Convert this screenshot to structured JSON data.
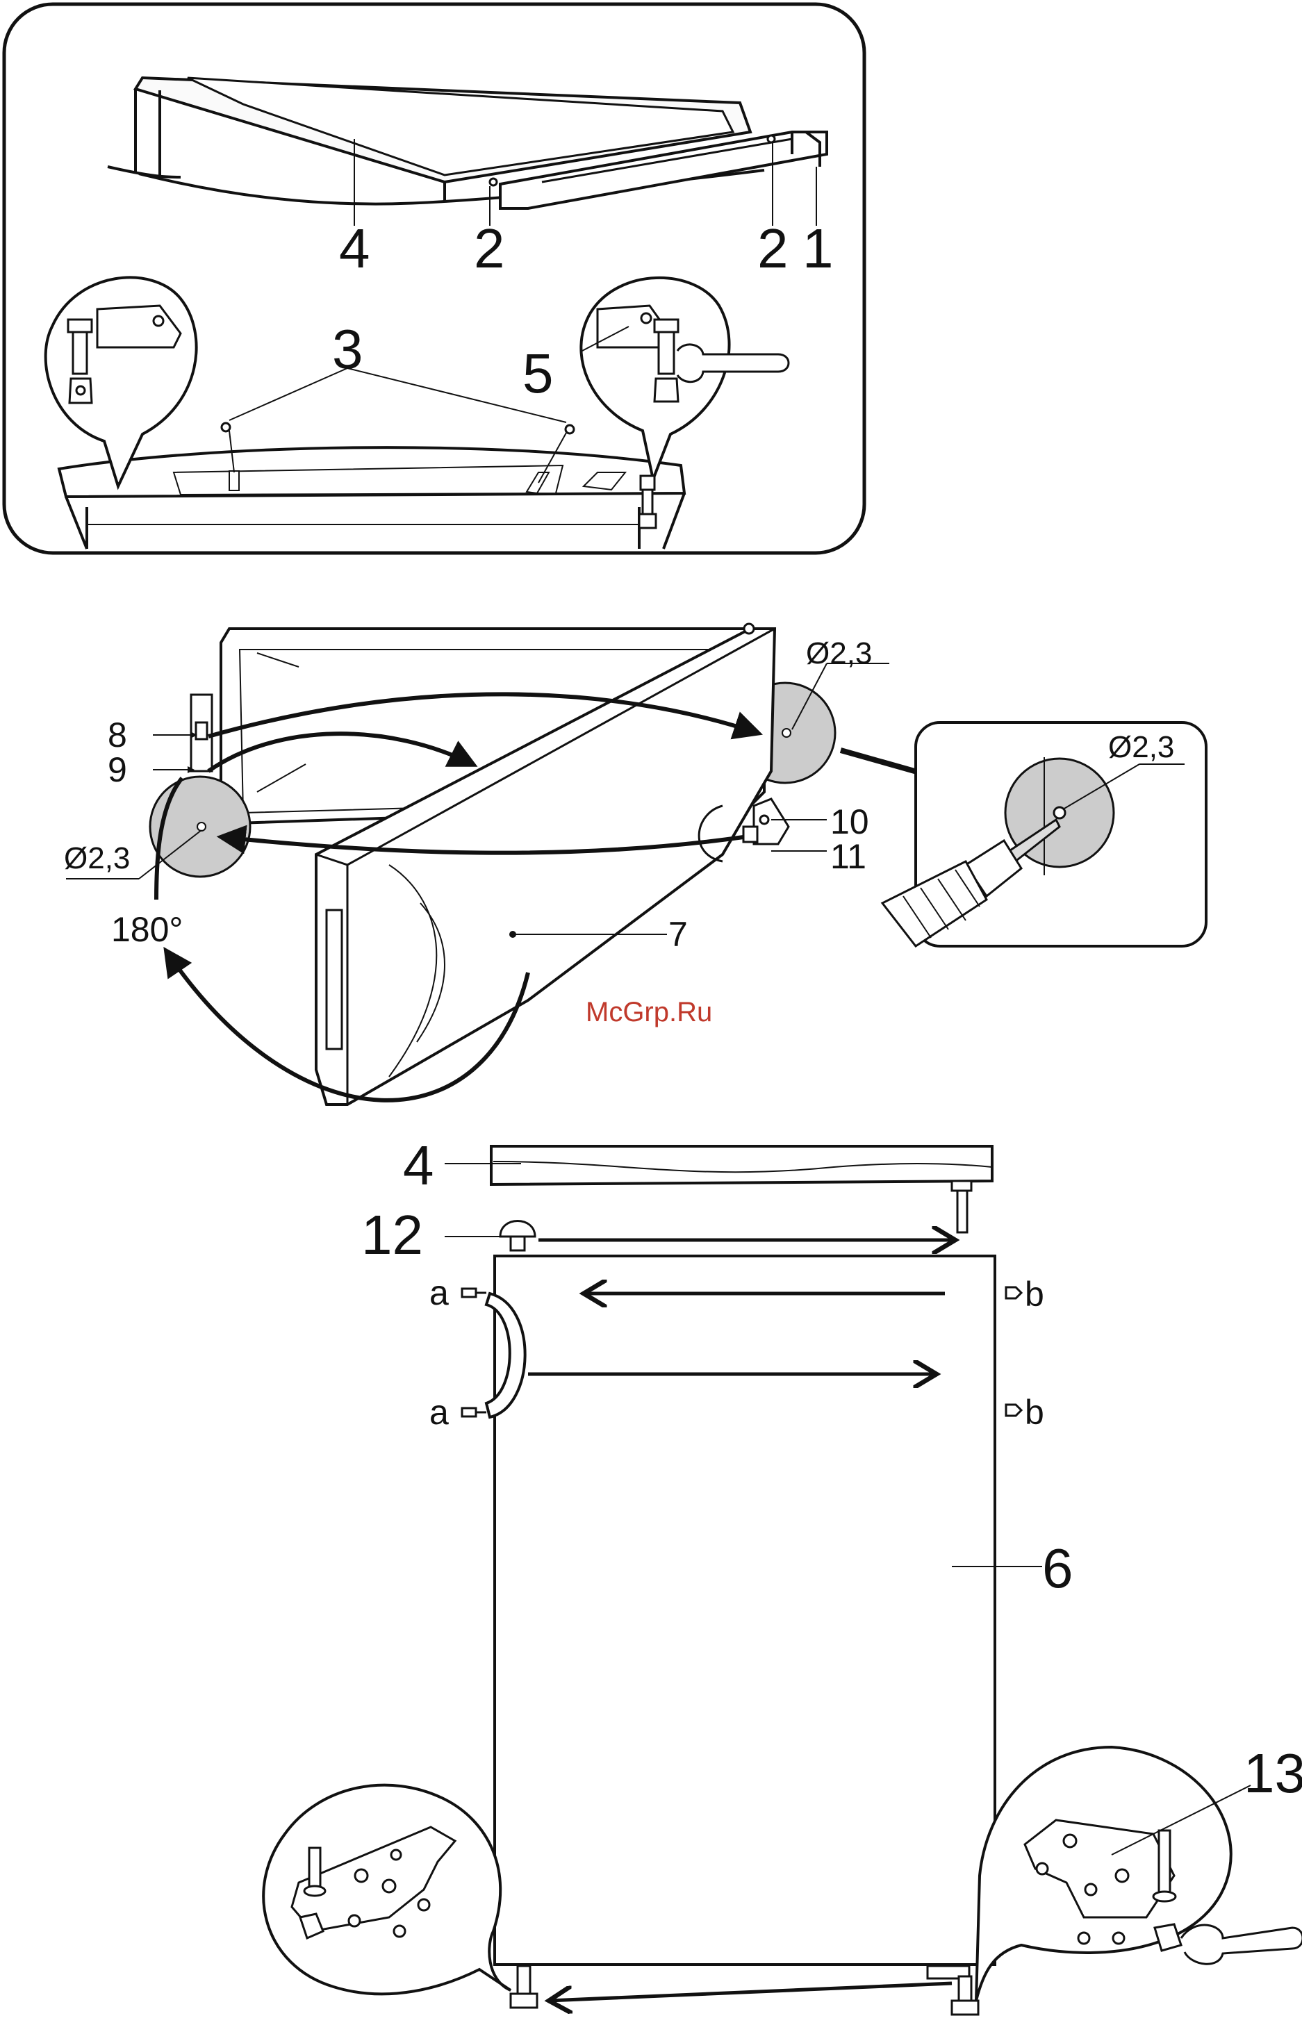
{
  "panel1": {
    "labels": {
      "top_cover": "4",
      "screw_left": "2",
      "screw_right": "2",
      "rear_rail": "1",
      "screws_front": "3",
      "hinge_bracket": "5"
    }
  },
  "panel2": {
    "labels": {
      "upper_pin": "8",
      "lower_pin": "9",
      "door": "7",
      "hinge_a": "10",
      "hinge_b": "11"
    },
    "hole_diameter_1": "Ø2,3",
    "hole_diameter_2": "Ø2,3",
    "hole_diameter_3": "Ø2,3",
    "rotation": "180°"
  },
  "panel3": {
    "labels": {
      "top_cover": "4",
      "cap": "12",
      "cabinet": "6",
      "bottom_hinge": "13"
    },
    "handle_screw_top": "a",
    "handle_screw_bottom": "a",
    "plug_top": "b",
    "plug_bottom": "b"
  },
  "watermark": "McGrp.Ru",
  "colors": {
    "line": "#111111",
    "callout_fill": "#cccccc",
    "watermark": "#c0392b"
  }
}
